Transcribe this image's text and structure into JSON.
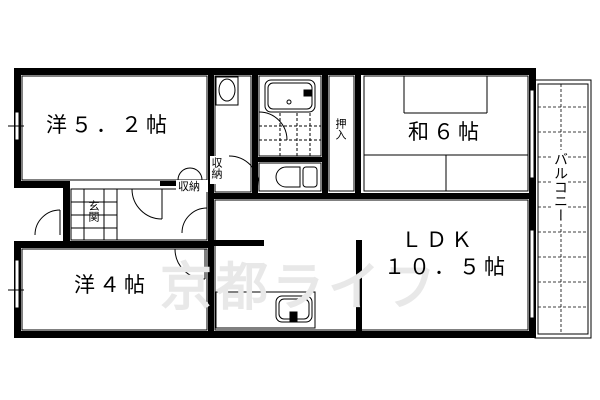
{
  "floor_plan": {
    "rooms": {
      "western_5_2": {
        "label": "洋５．２帖",
        "type": "Western-style room",
        "size_jo": 5.2
      },
      "japanese_6": {
        "label": "和６帖",
        "type": "Japanese-style room",
        "size_jo": 6
      },
      "western_4": {
        "label": "洋４帖",
        "type": "Western-style room",
        "size_jo": 4
      },
      "ldk": {
        "label_line1": "ＬＤＫ",
        "label_line2": "１０．５帖",
        "type": "Living Dining Kitchen",
        "size_jo": 10.5
      },
      "entrance": {
        "label": "玄関"
      },
      "closet_push_in": {
        "label": "押入"
      },
      "storage_1": {
        "label": "収納"
      },
      "storage_2": {
        "label": "収納"
      },
      "balcony": {
        "label": "バルコニー"
      }
    },
    "fixtures": [
      "washbasin",
      "bathtub",
      "toilet",
      "kitchen-sink"
    ],
    "watermark": "京都ライフ",
    "colors": {
      "wall": "#000000",
      "background": "#ffffff",
      "watermark": "#e8e8e8"
    }
  }
}
